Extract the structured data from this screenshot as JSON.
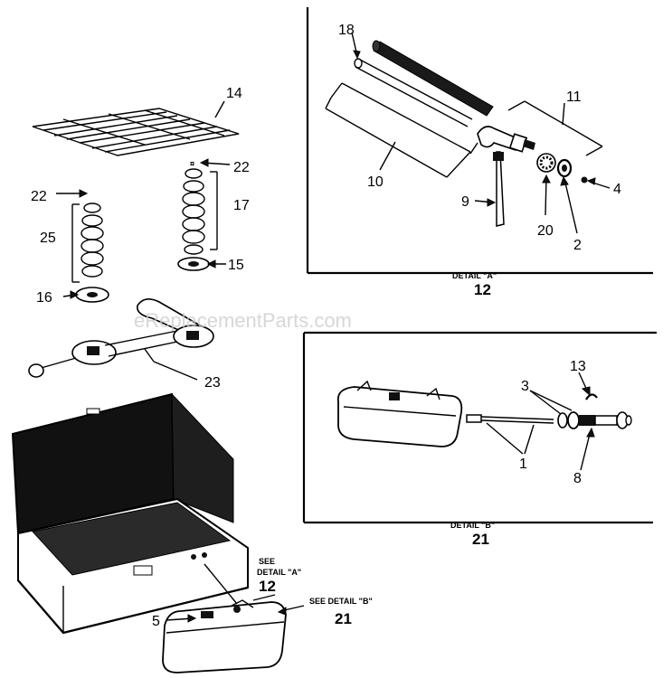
{
  "watermark": "eReplacementParts.com",
  "detail_a": {
    "heading": "DETAIL \"A\"",
    "number": "12",
    "callouts": {
      "n18": "18",
      "n11": "11",
      "n10": "10",
      "n9": "9",
      "n4": "4",
      "n20": "20",
      "n2": "2"
    }
  },
  "detail_b": {
    "heading": "DETAIL \"B\"",
    "number": "21",
    "callouts": {
      "n13": "13",
      "n3": "3",
      "n1": "1",
      "n8": "8"
    }
  },
  "main_callouts": {
    "n14": "14",
    "n22a": "22",
    "n17": "17",
    "n22b": "22",
    "n25": "25",
    "n15": "15",
    "n16": "16",
    "n23": "23",
    "n5": "5"
  },
  "see_detail_a": {
    "line1": "SEE",
    "line2": "DETAIL \"A\"",
    "number": "12"
  },
  "see_detail_b": {
    "line1": "SEE DETAIL \"B\"",
    "number": "21"
  }
}
